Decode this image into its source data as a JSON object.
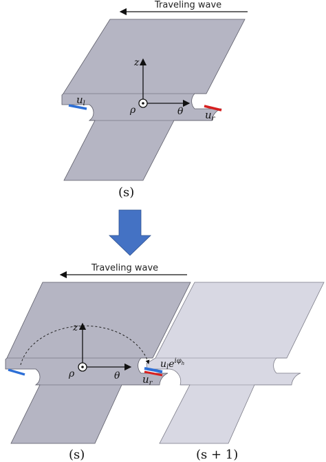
{
  "top": {
    "wave_label": "Traveling wave",
    "axis_z": "z",
    "axis_rho": "ρ",
    "axis_theta": "θ",
    "u_left": "u",
    "u_left_sub": "l",
    "u_right": "u",
    "u_right_sub": "r",
    "caption": "(s)"
  },
  "bottom": {
    "wave_label": "Traveling wave",
    "axis_z": "z",
    "axis_rho": "ρ",
    "axis_theta": "θ",
    "u_phase": "u",
    "u_phase_sub": "l",
    "u_phase_exp": "e",
    "u_phase_sup": "iφ",
    "u_phase_sup_sub": "h",
    "u_right": "u",
    "u_right_sub": "r",
    "caption_left": "(s)",
    "caption_right": "(s + 1)"
  },
  "colors": {
    "cell": "#b5b5c3",
    "cell_neighbor": "#d8d8e3",
    "edge": "#5a5a66",
    "u_left": "#2d6fd6",
    "u_right": "#d62020",
    "transition_arrow": "#4472c4"
  }
}
